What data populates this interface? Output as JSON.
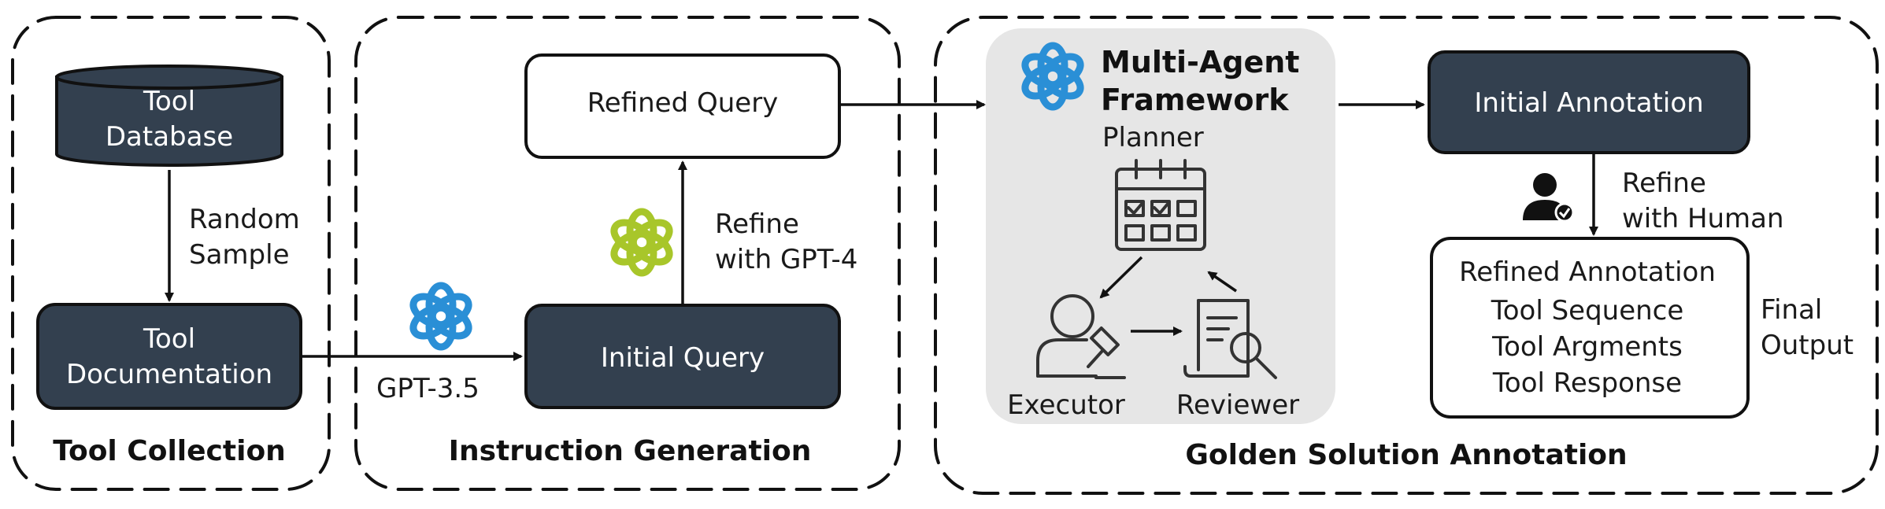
{
  "sections": {
    "tool_collection": "Tool Collection",
    "instruction_generation": "Instruction Generation",
    "golden_solution": "Golden Solution Annotation"
  },
  "tool_database": {
    "line1": "Tool",
    "line2": "Database"
  },
  "random_sample": {
    "line1": "Random",
    "line2": "Sample"
  },
  "tool_documentation": {
    "line1": "Tool",
    "line2": "Documentation"
  },
  "gpt35_label": "GPT-3.5",
  "initial_query": "Initial Query",
  "refined_query": "Refined Query",
  "refine_gpt4": {
    "line1": "Refine",
    "line2": "with GPT-4"
  },
  "multi_agent": {
    "line1": "Multi-Agent",
    "line2": "Framework",
    "planner": "Planner",
    "executor": "Executor",
    "reviewer": "Reviewer"
  },
  "initial_annotation": "Initial Annotation",
  "refine_human": {
    "line1": "Refine",
    "line2": "with Human"
  },
  "refined_annotation": {
    "title": "Refined Annotation",
    "item1": "Tool Sequence",
    "item2": "Tool Argments",
    "item3": "Tool Response"
  },
  "final_output": {
    "line1": "Final",
    "line2": "Output"
  },
  "icons": {
    "gpt35_logo": "openai-logo-icon",
    "gpt4_logo": "openai-logo-icon",
    "agent_logo": "openai-logo-icon",
    "planner": "calendar-icon",
    "executor": "person-gavel-icon",
    "reviewer": "document-magnifier-icon",
    "human": "user-check-icon"
  },
  "colors": {
    "dark_box": "#33404f",
    "gpt35_logo": "#2a8fd6",
    "gpt4_logo": "#a8c62a",
    "agent_logo": "#2a8fd6",
    "agent_panel": "#e6e6e6"
  }
}
